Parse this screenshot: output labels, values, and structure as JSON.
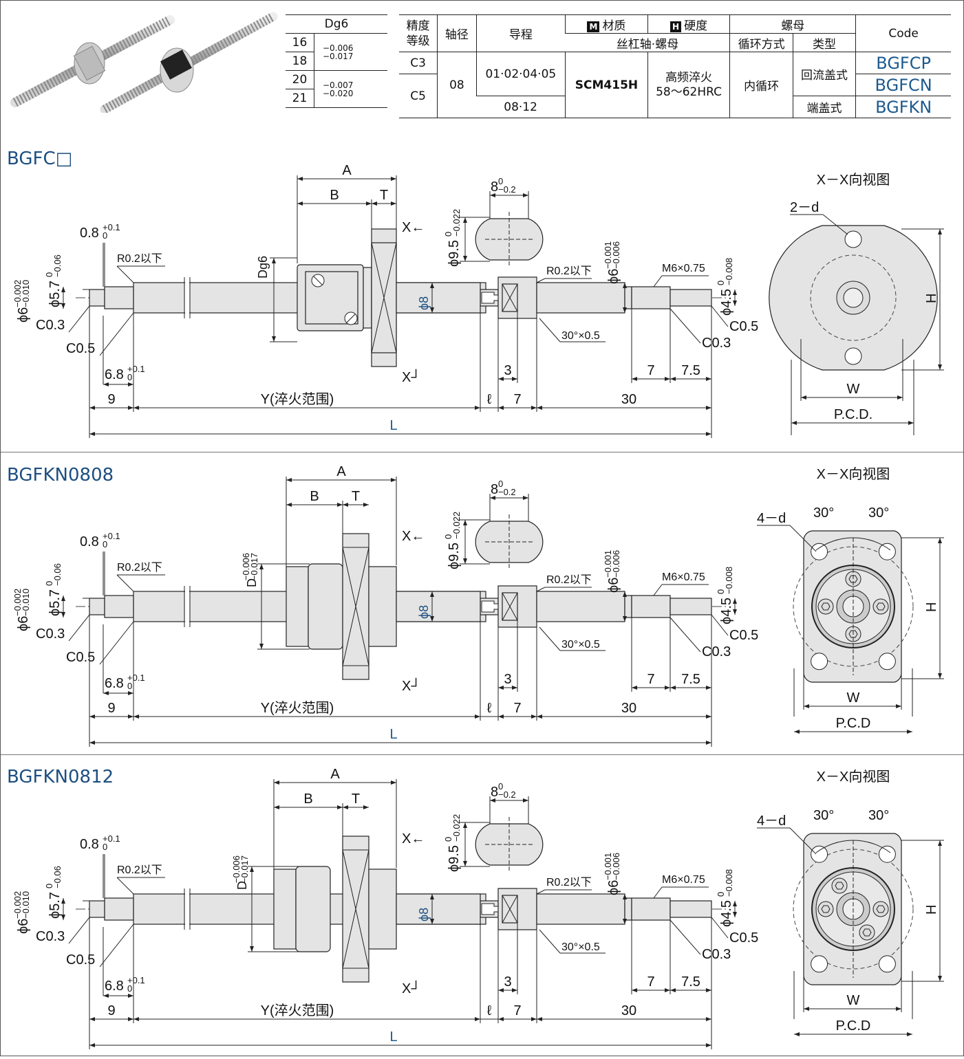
{
  "dg6_table": {
    "header": "Dg6",
    "rows": [
      {
        "size": "16",
        "tol_upper": "−0.006",
        "tol_lower": "−0.017"
      },
      {
        "size": "18",
        "tol_upper": "",
        "tol_lower": ""
      },
      {
        "size": "20",
        "tol_upper": "−0.007",
        "tol_lower": "−0.020"
      },
      {
        "size": "21",
        "tol_upper": "",
        "tol_lower": ""
      }
    ]
  },
  "spec_table": {
    "h_precision": "精度\n等级",
    "h_precision_1": "精度",
    "h_precision_2": "等级",
    "h_shaft_dia": "轴径",
    "h_lead": "导程",
    "h_material_tag": "M",
    "h_material": "材质",
    "h_hardness_tag": "H",
    "h_hardness": "硬度",
    "h_nut": "螺母",
    "h_code": "Code",
    "h_screw_nut": "丝杠轴·螺母",
    "h_circulation": "循环方式",
    "h_type": "类型",
    "precision_c3": "C3",
    "precision_c5": "C5",
    "shaft_dia": "08",
    "lead_a": "01·02·04·05",
    "lead_b": "08·12",
    "material": "SCM415H",
    "hardness_1": "高频淬火",
    "hardness_2": "58～62HRC",
    "circulation": "内循环",
    "type_return": "回流盖式",
    "type_end": "端盖式",
    "code_1": "BGFCP",
    "code_2": "BGFCN",
    "code_3": "BGFKN"
  },
  "sections": [
    {
      "title": "BGFC□",
      "nut_dim": "Dg6",
      "view_title": "X－X向视图",
      "holes": "2－d",
      "pcd": "P.C.D."
    },
    {
      "title": "BGFKN0808",
      "nut_dim": "D",
      "view_title": "X－X向视图",
      "holes": "4－d",
      "pcd": "P.C.D"
    },
    {
      "title": "BGFKN0812",
      "nut_dim": "D",
      "view_title": "X－X向视图",
      "holes": "4－d",
      "pcd": "P.C.D"
    }
  ],
  "dims": {
    "A": "A",
    "B": "B",
    "T": "T",
    "X": "X",
    "flat": "8",
    "flat_tol_u": "0",
    "flat_tol_l": "−0.2",
    "phi95": "ϕ9.5",
    "phi95_tol_u": "0",
    "phi95_tol_l": "−0.022",
    "phi8": "ϕ8",
    "phi6a": "ϕ6",
    "phi6a_tol_u": "−0.002",
    "phi6a_tol_l": "−0.010",
    "phi57": "ϕ5.7",
    "phi57_tol_u": "0",
    "phi57_tol_l": "−0.06",
    "phi6b": "ϕ6",
    "phi6b_tol_u": "−0.001",
    "phi6b_tol_l": "−0.006",
    "phi45": "ϕ4.5",
    "phi45_tol_u": "0",
    "phi45_tol_l": "−0.008",
    "D_tol_u": "−0.006",
    "D_tol_l": "−0.017",
    "d08": "0.8",
    "d08_tol_u": "+0.1",
    "d08_tol_l": "0",
    "d68": "6.8",
    "d68_tol_u": "+0.1",
    "d68_tol_l": "0",
    "r02": "R0.2以下",
    "m6": "M6×0.75",
    "c03": "C0.3",
    "c05": "C0.5",
    "groove": "30°×0.5",
    "d9": "9",
    "Y": "Y(淬火范围)",
    "ell": "ℓ",
    "d7": "7",
    "d30": "30",
    "d3": "3",
    "d75": "7.5",
    "L": "L",
    "H": "H",
    "W": "W",
    "angle30": "30°"
  }
}
